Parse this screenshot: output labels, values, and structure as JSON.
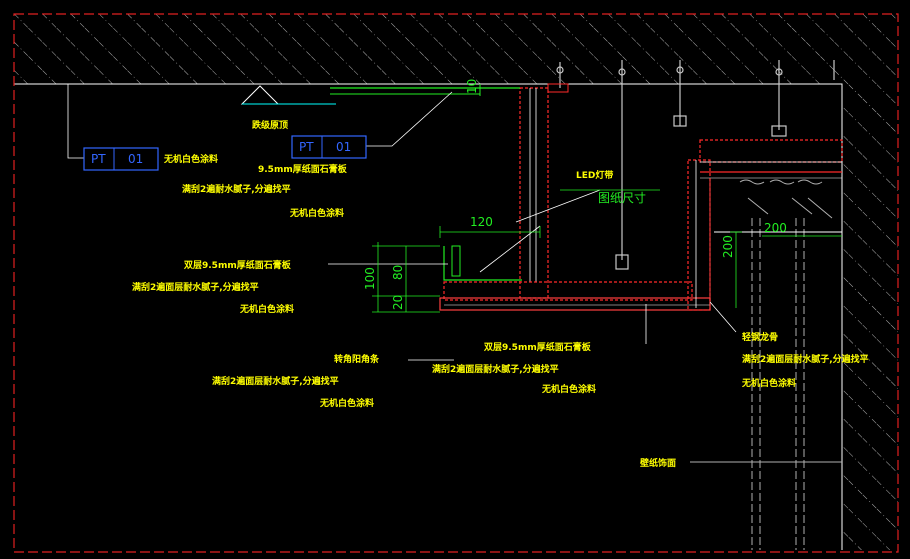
{
  "colors": {
    "background": "#000000",
    "hatch_border": "#ffffff",
    "frame": "#e02020",
    "label_yellow": "#ffff00",
    "dim_green": "#22ee22",
    "tag_blue": "#3366ff",
    "structure_red": "#ff2a2a",
    "gray_line": "#b0b0b0"
  },
  "tags": [
    {
      "code": "PT",
      "num": "01",
      "note": "无机白色涂料"
    },
    {
      "code": "PT",
      "num": "01"
    }
  ],
  "labels": {
    "shadow_gap": "跌级原顶",
    "board_95": "9.5mm厚纸面石膏板",
    "putty_1": "满刮2遍耐水腻子,分遍找平",
    "paint_1": "无机白色涂料",
    "led": "LED灯带",
    "drawing_size": "图纸尺寸",
    "double_board_1": "双层9.5mm厚纸面石膏板",
    "putty_2": "满刮2遍面层耐水腻子,分遍找平",
    "paint_2": "无机白色涂料",
    "angle_steel": "转角阳角条",
    "putty_3": "满刮2遍面层耐水腻子,分遍找平",
    "paint_3": "无机白色涂料",
    "double_board_2": "双层9.5mm厚纸面石膏板",
    "putty_4": "满刮2遍面层耐水腻子,分遍找平",
    "paint_4": "无机白色涂料",
    "keel": "轻钢龙骨",
    "putty_5": "满刮2遍面层耐水腻子,分遍找平",
    "paint_5": "无机白色涂料",
    "wallpaper": "壁纸饰面"
  },
  "dimensions": {
    "d120": "120",
    "d200v": "200",
    "d200h": "200",
    "d100": "100",
    "d80": "80",
    "d20": "20",
    "d10": "10"
  }
}
